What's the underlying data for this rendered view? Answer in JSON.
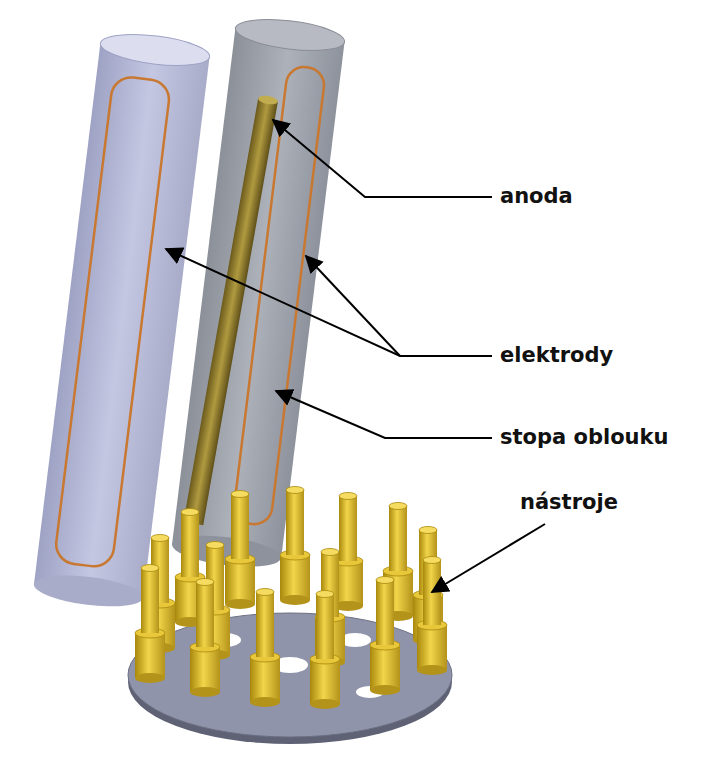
{
  "diagram": {
    "labels": [
      "anoda",
      "elektrody",
      "stopa oblouku",
      "nástroje"
    ]
  }
}
